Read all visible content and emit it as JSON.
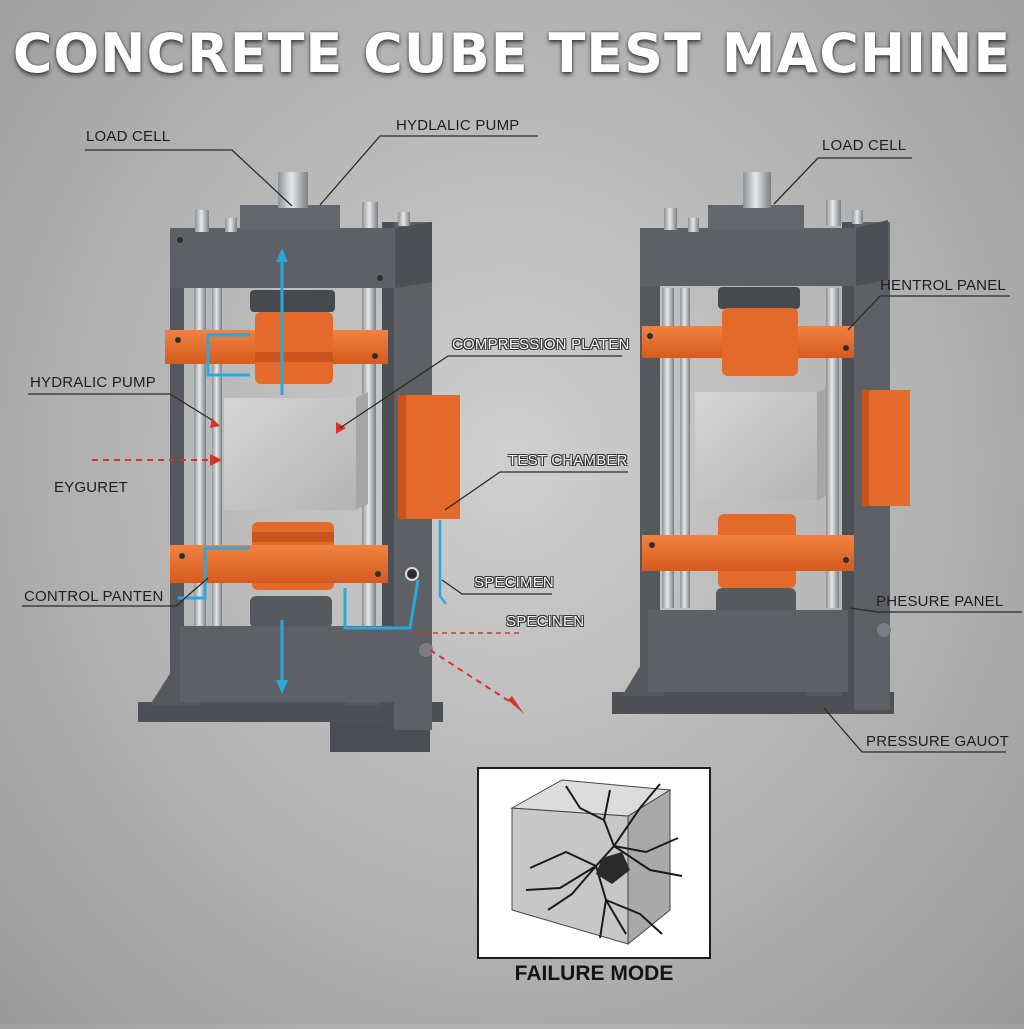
{
  "title": "CONCRETE CUBE TEST MACHINE",
  "labels": {
    "load_cell_left": "LOAD CELL",
    "hydraulic_pump_top": "HYDLALIC PUMP",
    "load_cell_right": "LOAD CELL",
    "hentrol_panel": "HENTROL PANEL",
    "compression_platen": "COMPRESSION PLATEN",
    "hydraulic_pump_left": "HYDRALIC PUMP",
    "test_chamber": "TEST CHAMBER",
    "eyguret": "EYGURET",
    "specimen_1": "SPECIMEN",
    "control_panel": "CONTROL PANTEN",
    "pressure_panel": "PHESURE PANEL",
    "specimen_2": "SPECINEN",
    "pressure_gauge": "PRESSURE GAUOT"
  },
  "inset": {
    "caption": "FAILURE MODE"
  },
  "colors": {
    "frame": "#5d6064",
    "frame_dark": "#45484b",
    "accent_orange": "#e66a2c",
    "hydraulic_line": "#2aa8dc",
    "arrow_red": "#d8332a",
    "concrete": "#c6c6c6"
  }
}
